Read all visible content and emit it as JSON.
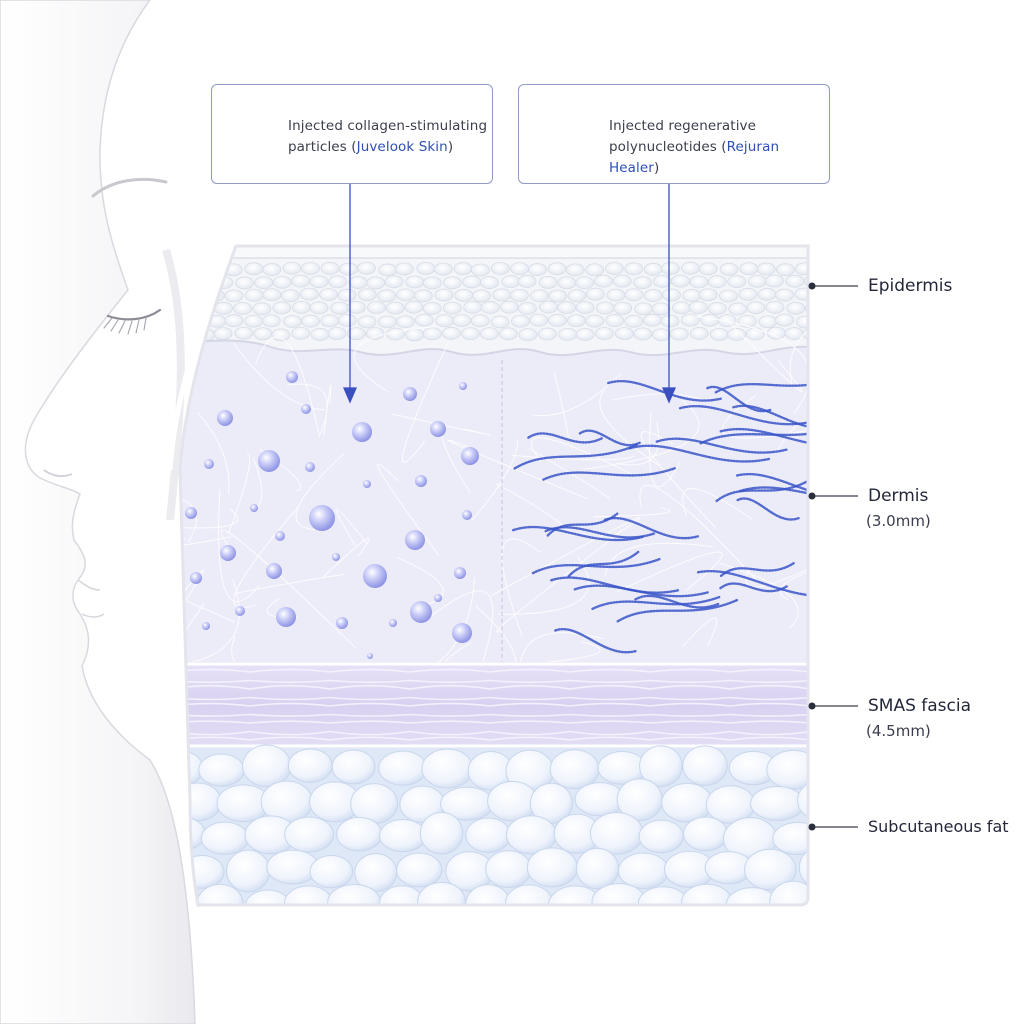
{
  "callouts": {
    "left": {
      "line1": "Injected collagen-stimulating",
      "line2_prefix": "particles (",
      "brand": "Juvelook Skin",
      "line2_suffix": ")"
    },
    "right": {
      "line1": "Injected regenerative",
      "line2_prefix": "polynucleotides (",
      "brand": "Rejuran Healer",
      "line2_suffix": ")"
    }
  },
  "layers": {
    "epidermis": {
      "label": "Epidermis"
    },
    "dermis": {
      "label": "Dermis",
      "thickness": "(3.0mm)"
    },
    "smas": {
      "label": "SMAS fascia",
      "thickness": "(4.5mm)"
    },
    "fat": {
      "label": "Subcutaneous fat"
    }
  },
  "colors": {
    "accent": "#3a4fc0",
    "particle": "#a9aef0",
    "dermis": "#ecebf8",
    "smas": "#ded9f3",
    "fat": "#e6eefa"
  },
  "icons": [
    "particles-icon",
    "polynucleotide-strands-icon",
    "leader-dot-icon",
    "face-profile-icon"
  ]
}
